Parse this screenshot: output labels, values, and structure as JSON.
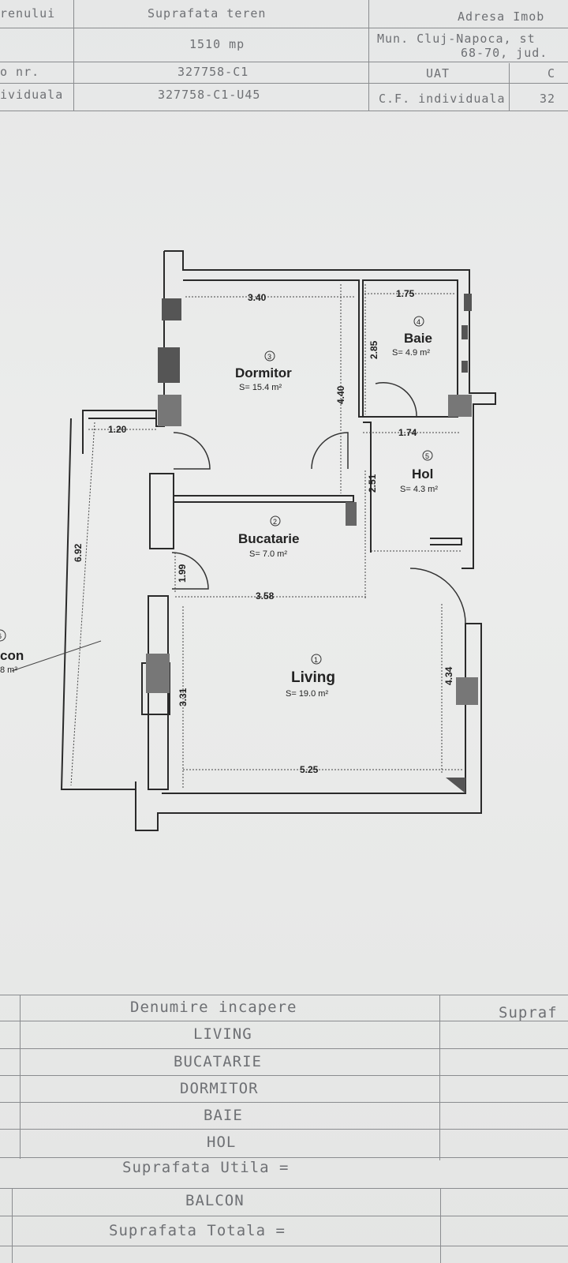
{
  "header_table": {
    "col1_header": "renului",
    "col2_header": "Suprafata teren",
    "col3_header": "Adresa Imob",
    "land_area": "1510 mp",
    "address_line1": "Mun. Cluj-Napoca, st",
    "address_line2": "68-70, jud.",
    "row3_label": "o nr.",
    "cadastral_nr": "327758-C1",
    "uat_label": "UAT",
    "uat_value": "C",
    "row4_label": "ividuala",
    "cf_individual_value": "327758-C1-U45",
    "cf_label": "C.F. individuala",
    "cf_value": "32"
  },
  "plan": {
    "rooms": [
      {
        "num": "1",
        "name": "Living",
        "area": "S= 19.0 m²"
      },
      {
        "num": "2",
        "name": "Bucatarie",
        "area": "S= 7.0 m²"
      },
      {
        "num": "3",
        "name": "Dormitor",
        "area": "S= 15.4 m²"
      },
      {
        "num": "4",
        "name": "Baie",
        "area": "S= 4.9 m²"
      },
      {
        "num": "5",
        "name": "Hol",
        "area": "S= 4.3 m²"
      },
      {
        "num": "6",
        "name": "con",
        "area": "8 m²"
      }
    ],
    "dimensions": {
      "dormitor_width": "3.40",
      "dormitor_depth": "4.40",
      "baie_width": "1.75",
      "baie_depth": "2.85",
      "hol_width": "1.74",
      "hol_depth": "2.51",
      "balcon_width": "1.20",
      "balcon_length": "6.92",
      "bucatarie_width": "3.58",
      "bucatarie_depth": "1.99",
      "living_depth_left": "3.31",
      "living_depth_right": "4.34",
      "living_width": "5.25"
    }
  },
  "rooms_table": {
    "header_name": "Denumire incapere",
    "header_area": "Supraf",
    "rows": [
      "LIVING",
      "BUCATARIE",
      "DORMITOR",
      "BAIE",
      "HOL"
    ],
    "useful_total": "Suprafata Utila =",
    "balcony": "BALCON",
    "grand_total": "Suprafata Totala ="
  }
}
